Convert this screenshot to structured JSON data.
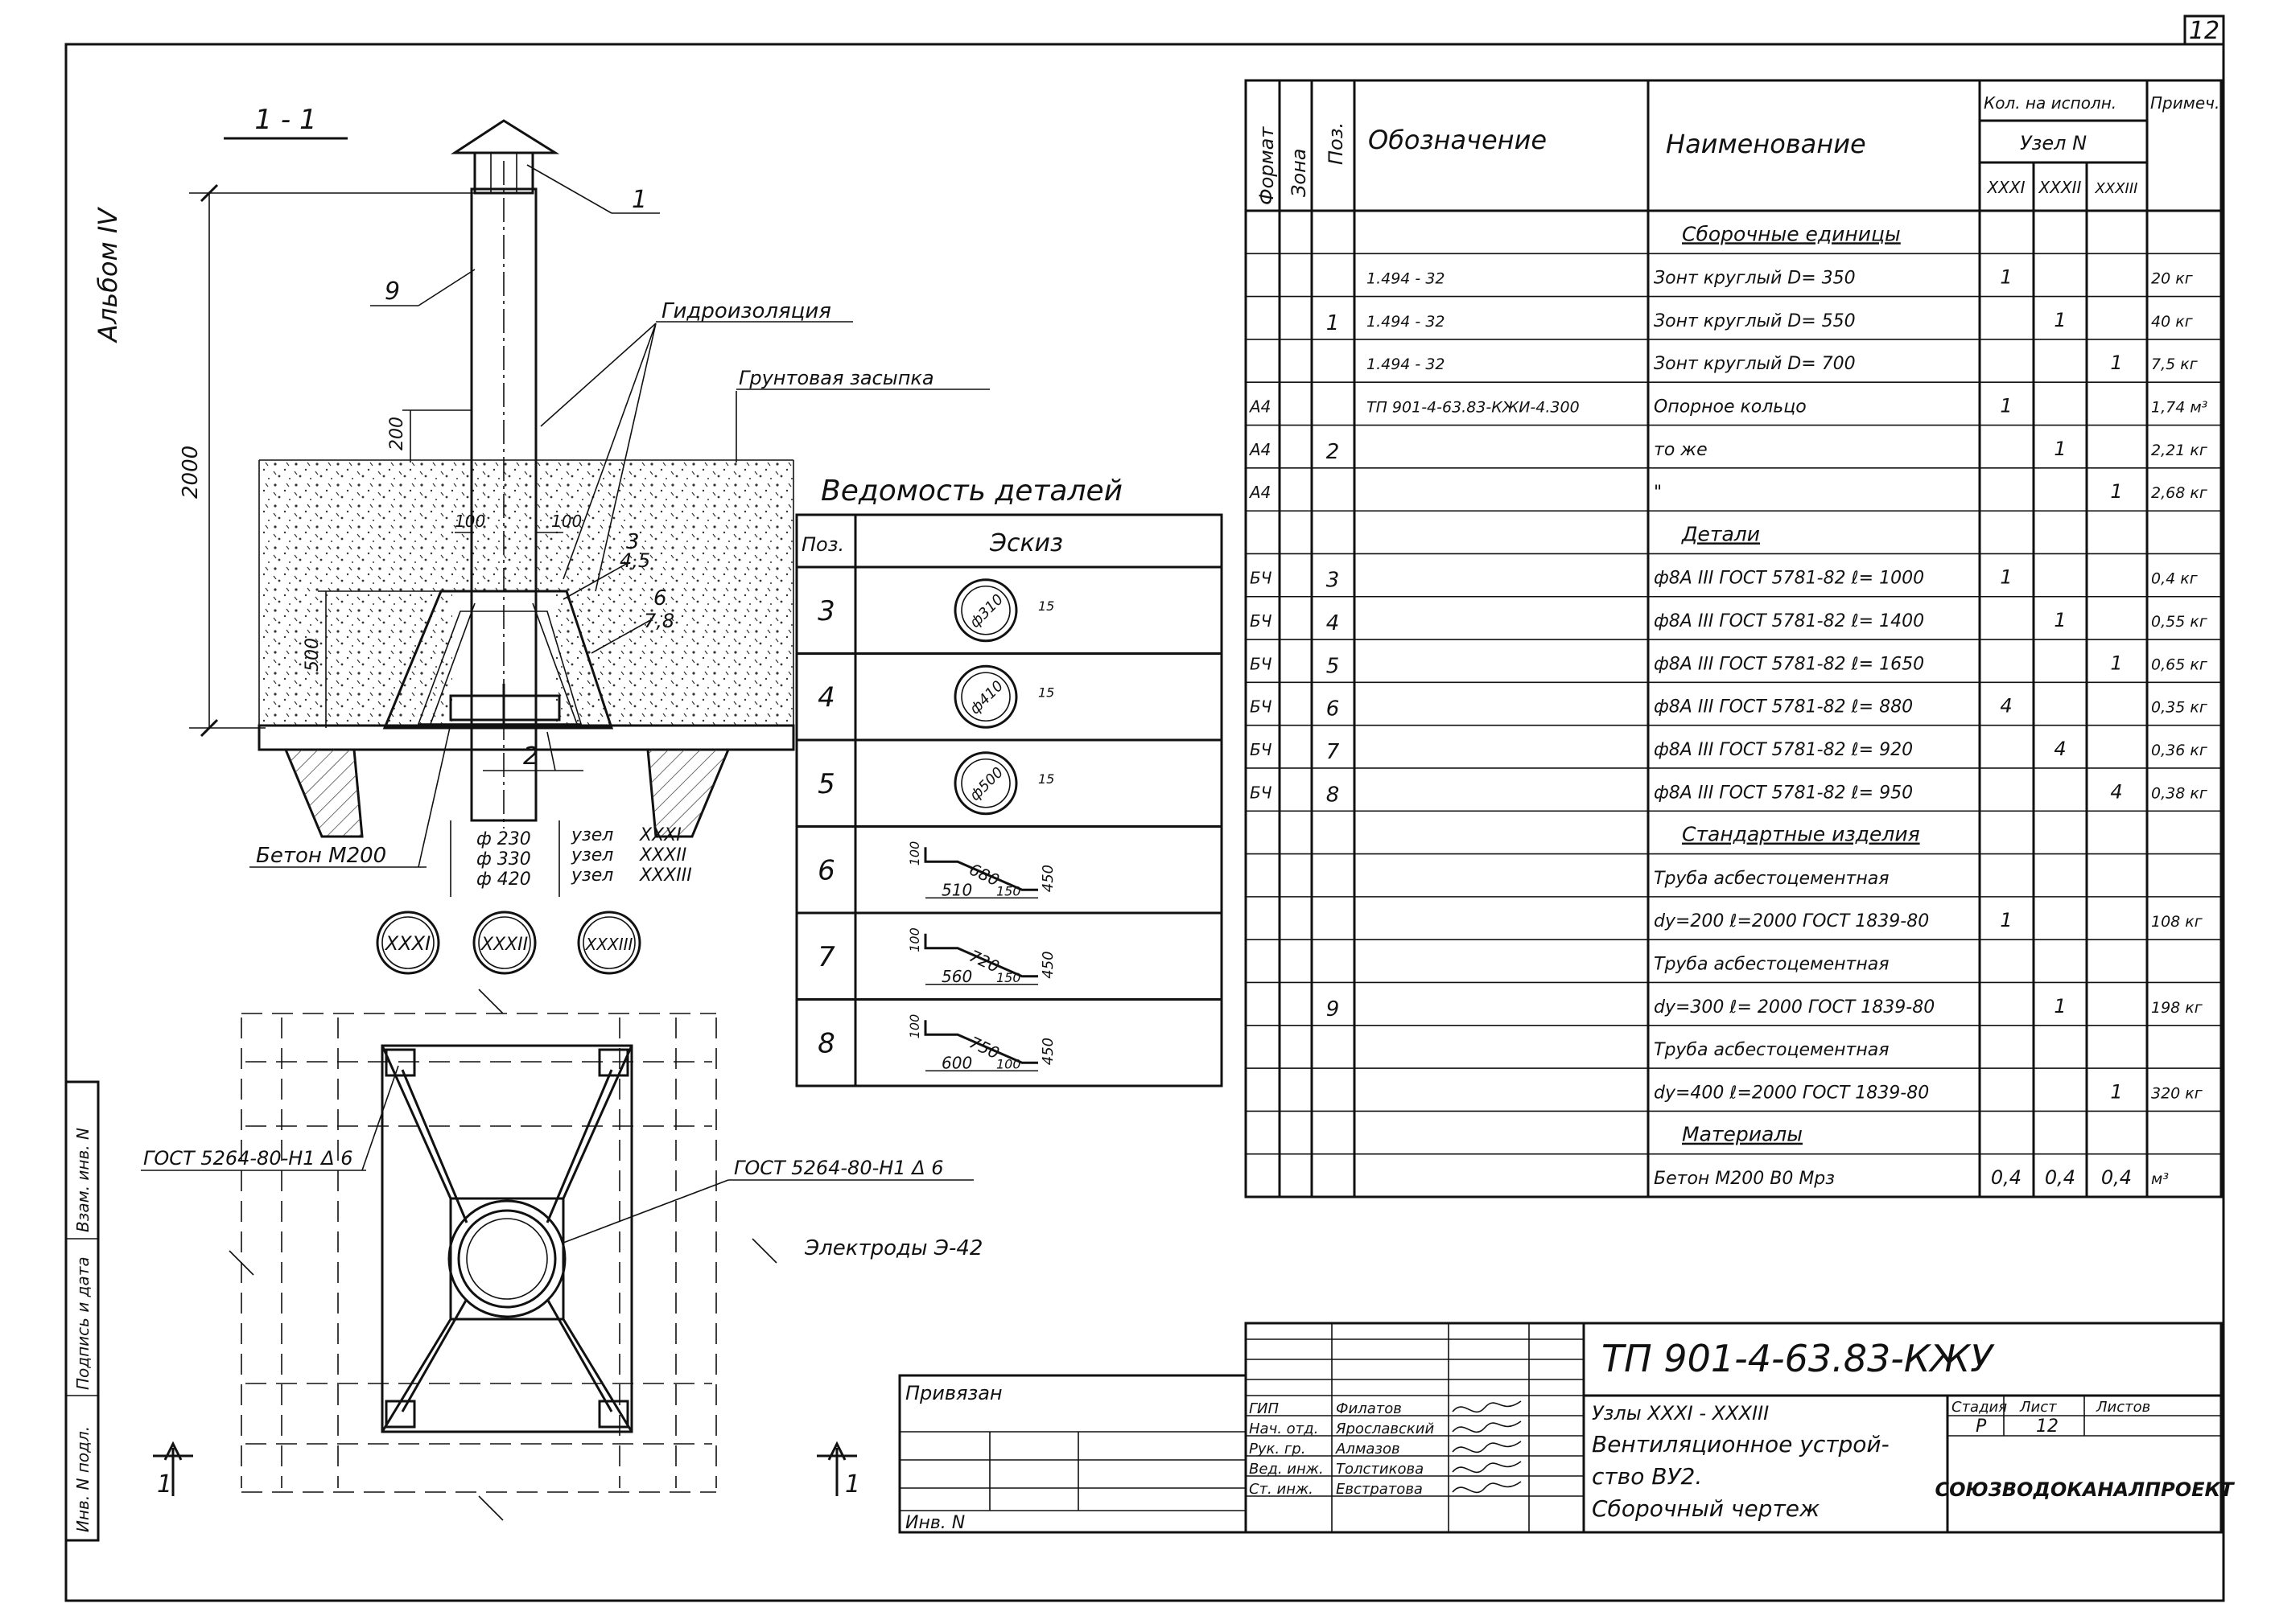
{
  "sheet_number": "12",
  "album_label": "Альбом IV",
  "section_label": "1 - 1",
  "drawing": {
    "callouts": {
      "c1": "1",
      "c9": "9",
      "c2": "2",
      "c3": "3",
      "c45": "4,5",
      "c6": "6",
      "c78": "7,8"
    },
    "labels": {
      "waterproofing": "Гидроизоляция",
      "backfill": "Грунтовая засыпка",
      "concrete": "Бетон М200",
      "weld1": "ГОСТ 5264-80-Н1 Δ 6",
      "weld2": "ГОСТ 5264-80-Н1 Δ 6",
      "electrodes": "Электроды Э-42"
    },
    "dims": {
      "d2000": "2000",
      "d200": "200",
      "d100a": "100",
      "d100b": "100",
      "d500": "500"
    },
    "node_rows": [
      {
        "dia": "ф 230",
        "label": "узел",
        "node": "XXXI"
      },
      {
        "dia": "ф 330",
        "label": "узел",
        "node": "XXXII"
      },
      {
        "dia": "ф 420",
        "label": "узел",
        "node": "XXXIII"
      }
    ],
    "node_circles": [
      "XXXI",
      "XXXII",
      "XXXIII"
    ],
    "section_marks": [
      "1",
      "1"
    ]
  },
  "details_table": {
    "title": "Ведомость деталей",
    "headers": {
      "pos": "Поз.",
      "sketch": "Эскиз"
    },
    "rows": [
      {
        "pos": "3",
        "dia": "ф310",
        "h": "15"
      },
      {
        "pos": "4",
        "dia": "ф410",
        "h": "15"
      },
      {
        "pos": "5",
        "dia": "ф500",
        "h": "15"
      },
      {
        "pos": "6",
        "top": "680",
        "left": "100",
        "b1": "510",
        "b2": "150",
        "right": "450"
      },
      {
        "pos": "7",
        "top": "720",
        "left": "100",
        "b1": "560",
        "b2": "150",
        "right": "450"
      },
      {
        "pos": "8",
        "top": "750",
        "left": "100",
        "b1": "600",
        "b2": "100",
        "right": "450"
      }
    ]
  },
  "spec_table": {
    "headers": {
      "format": "Формат",
      "zone": "Зона",
      "pos": "Поз.",
      "designation": "Обозначение",
      "name": "Наименование",
      "qty": "Кол. на исполн.",
      "node": "Узел N",
      "n1": "XXXI",
      "n2": "XXXII",
      "n3": "XXXIII",
      "note": "Примеч."
    },
    "rows": [
      {
        "fmt": "",
        "pos": "",
        "des": "",
        "name": "Сборочные единицы",
        "q1": "",
        "q2": "",
        "q3": "",
        "note": "",
        "section": true
      },
      {
        "fmt": "",
        "pos": "",
        "des": "1.494 - 32",
        "name": "Зонт круглый D= 350",
        "q1": "1",
        "q2": "",
        "q3": "",
        "note": "20 кг"
      },
      {
        "fmt": "",
        "pos": "1",
        "des": "1.494 - 32",
        "name": "Зонт круглый D= 550",
        "q1": "",
        "q2": "1",
        "q3": "",
        "note": "40 кг"
      },
      {
        "fmt": "",
        "pos": "",
        "des": "1.494 - 32",
        "name": "Зонт круглый D= 700",
        "q1": "",
        "q2": "",
        "q3": "1",
        "note": "7,5 кг"
      },
      {
        "fmt": "А4",
        "pos": "",
        "des": "ТП 901-4-63.83-КЖИ-4.300",
        "name": "Опорное кольцо",
        "q1": "1",
        "q2": "",
        "q3": "",
        "note": "1,74 м³"
      },
      {
        "fmt": "А4",
        "pos": "2",
        "des": "",
        "name": "то же",
        "q1": "",
        "q2": "1",
        "q3": "",
        "note": "2,21 кг"
      },
      {
        "fmt": "А4",
        "pos": "",
        "des": "",
        "name": "\"",
        "q1": "",
        "q2": "",
        "q3": "1",
        "note": "2,68 кг"
      },
      {
        "fmt": "",
        "pos": "",
        "des": "",
        "name": "Детали",
        "q1": "",
        "q2": "",
        "q3": "",
        "note": "",
        "section": true
      },
      {
        "fmt": "БЧ",
        "pos": "3",
        "des": "",
        "name": "ф8А III ГОСТ 5781-82 ℓ= 1000",
        "q1": "1",
        "q2": "",
        "q3": "",
        "note": "0,4 кг"
      },
      {
        "fmt": "БЧ",
        "pos": "4",
        "des": "",
        "name": "ф8А III ГОСТ 5781-82 ℓ= 1400",
        "q1": "",
        "q2": "1",
        "q3": "",
        "note": "0,55 кг"
      },
      {
        "fmt": "БЧ",
        "pos": "5",
        "des": "",
        "name": "ф8А III ГОСТ 5781-82 ℓ= 1650",
        "q1": "",
        "q2": "",
        "q3": "1",
        "note": "0,65 кг"
      },
      {
        "fmt": "БЧ",
        "pos": "6",
        "des": "",
        "name": "ф8А III ГОСТ 5781-82 ℓ= 880",
        "q1": "4",
        "q2": "",
        "q3": "",
        "note": "0,35 кг"
      },
      {
        "fmt": "БЧ",
        "pos": "7",
        "des": "",
        "name": "ф8А III ГОСТ 5781-82 ℓ= 920",
        "q1": "",
        "q2": "4",
        "q3": "",
        "note": "0,36 кг"
      },
      {
        "fmt": "БЧ",
        "pos": "8",
        "des": "",
        "name": "ф8А III ГОСТ 5781-82 ℓ= 950",
        "q1": "",
        "q2": "",
        "q3": "4",
        "note": "0,38 кг"
      },
      {
        "fmt": "",
        "pos": "",
        "des": "",
        "name": "Стандартные изделия",
        "q1": "",
        "q2": "",
        "q3": "",
        "note": "",
        "section": true
      },
      {
        "fmt": "",
        "pos": "",
        "des": "",
        "name": "Труба асбестоцементная",
        "q1": "",
        "q2": "",
        "q3": "",
        "note": ""
      },
      {
        "fmt": "",
        "pos": "",
        "des": "",
        "name": "dy=200  ℓ=2000 ГОСТ 1839-80",
        "q1": "1",
        "q2": "",
        "q3": "",
        "note": "108 кг"
      },
      {
        "fmt": "",
        "pos": "",
        "des": "",
        "name": "Труба асбестоцементная",
        "q1": "",
        "q2": "",
        "q3": "",
        "note": ""
      },
      {
        "fmt": "",
        "pos": "9",
        "des": "",
        "name": "dy=300  ℓ= 2000 ГОСТ 1839-80",
        "q1": "",
        "q2": "1",
        "q3": "",
        "note": "198 кг"
      },
      {
        "fmt": "",
        "pos": "",
        "des": "",
        "name": "Труба асбестоцементная",
        "q1": "",
        "q2": "",
        "q3": "",
        "note": ""
      },
      {
        "fmt": "",
        "pos": "",
        "des": "",
        "name": "dy=400  ℓ=2000 ГОСТ 1839-80",
        "q1": "",
        "q2": "",
        "q3": "1",
        "note": "320 кг"
      },
      {
        "fmt": "",
        "pos": "",
        "des": "",
        "name": "Материалы",
        "q1": "",
        "q2": "",
        "q3": "",
        "note": "",
        "section": true
      },
      {
        "fmt": "",
        "pos": "",
        "des": "",
        "name": "Бетон М200 В0 Мрз",
        "q1": "0,4",
        "q2": "0,4",
        "q3": "0,4",
        "note": "м³"
      }
    ]
  },
  "side_stamp": [
    "Инв. N подл.",
    "Подпись и дата",
    "Взам. инв. N"
  ],
  "binding": {
    "label": "Привязан",
    "inv": "Инв. N"
  },
  "title_block": {
    "code": "ТП 901-4-63.83-КЖУ",
    "roles": [
      {
        "role": "ГИП",
        "name": "Филатов"
      },
      {
        "role": "Нач. отд.",
        "name": "Ярославский"
      },
      {
        "role": "Рук. гр.",
        "name": "Алмазов"
      },
      {
        "role": "Вед. инж.",
        "name": "Толстикова"
      },
      {
        "role": "Ст. инж.",
        "name": "Евстратова"
      }
    ],
    "desc_lines": [
      "Узлы XXXI - XXXIII",
      "Вентиляционное устрой-",
      "ство ВУ2.",
      "Сборочный чертеж"
    ],
    "stage_h": "Стадия",
    "sheet_h": "Лист",
    "sheets_h": "Листов",
    "stage": "Р",
    "sheet": "12",
    "sheets": "",
    "org": "СОЮЗВОДОКАНАЛПРОЕКТ"
  }
}
